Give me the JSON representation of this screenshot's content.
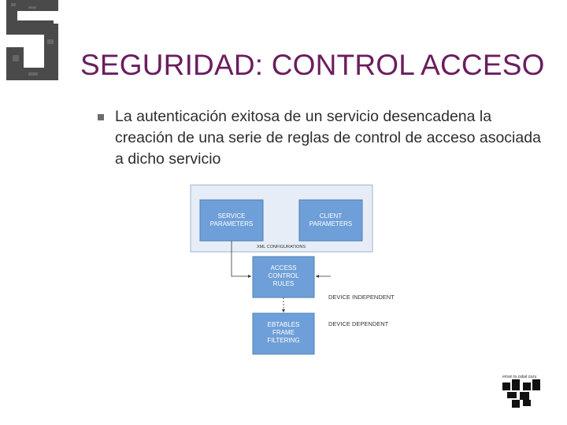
{
  "slide": {
    "title": "SEGURIDAD: CONTROL ACCESO",
    "bullet": "La autenticación exitosa de un servicio desencadena la creación de una serie de reglas de control de acceso asociada a dicho servicio"
  },
  "diagram": {
    "service_parameters": [
      "SERVICE",
      "PARAMETERS"
    ],
    "client_parameters": [
      "CLIENT",
      "PARAMETERS"
    ],
    "xml_configurations": "XML CONFIGURATIONS",
    "access_control_rules": [
      "ACCESS",
      "CONTROL",
      "RULES"
    ],
    "device_independent": "DEVICE INDEPENDENT",
    "ebtables": [
      "EBTABLES",
      "FRAME",
      "FILTERING"
    ],
    "device_dependent": "DEVICE DEPENDENT"
  },
  "footer": {
    "caption": "eman ta zabal zazu"
  },
  "colors": {
    "title": "#6b1d5e",
    "box_fill": "#6f9fd8",
    "config_band": "#e6edf6"
  }
}
